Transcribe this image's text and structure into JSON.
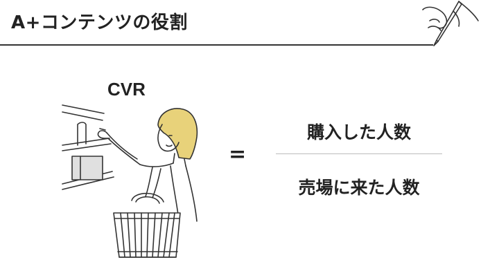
{
  "slide": {
    "title": "A+コンテンツの役割",
    "metric_label": "CVR",
    "equals_sign": "=",
    "numerator": "購入した人数",
    "denominator": "売場に来た人数"
  },
  "colors": {
    "hair": "#e8d27a",
    "ink": "#333333",
    "rule": "#333333",
    "fraction_line": "#bbbbbb"
  },
  "icons": {
    "header": "pen-hand-icon",
    "illustration": "shopper-with-basket"
  }
}
